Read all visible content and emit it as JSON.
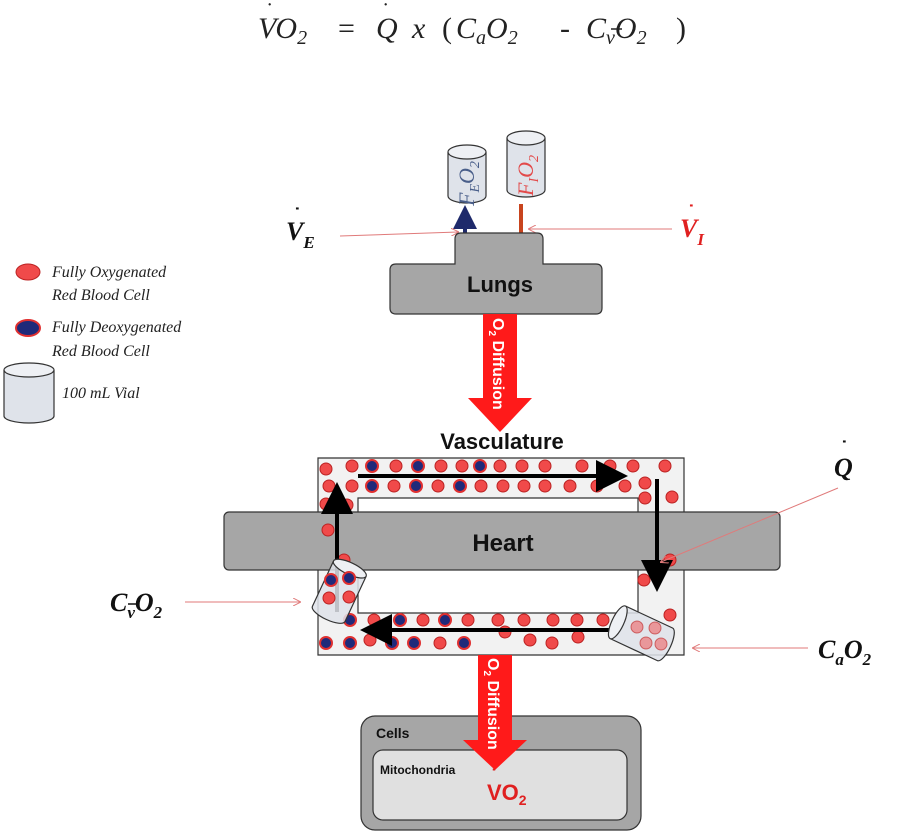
{
  "equation": {
    "vo2": "VO",
    "vo2_sub": "2",
    "equals": "=",
    "q": "Q",
    "times": "x",
    "open_paren": "(",
    "ca": "C",
    "ca_sub": "a",
    "o2_a": "O",
    "o2_a_sub": "2",
    "minus": "-",
    "cv": "C",
    "cv_sub": "v",
    "o2_v": "O",
    "o2_v_sub": "2",
    "close_paren": ")"
  },
  "legend": {
    "oxygenated_line1": "Fully Oxygenated",
    "oxygenated_line2": "Red Blood Cell",
    "deoxygenated_line1": "Fully Deoxygenated",
    "deoxygenated_line2": "Red Blood Cell",
    "vial": "100 mL Vial"
  },
  "vials_top": {
    "fe_main": "F",
    "fe_sub": "E",
    "fe_o": "O",
    "fe_o_sub": "2",
    "fi_main": "F",
    "fi_sub": "I",
    "fi_o": "O",
    "fi_o_sub": "2"
  },
  "labels": {
    "ve_main": "V",
    "ve_sub": "E",
    "vi_main": "V",
    "vi_sub": "I",
    "lungs": "Lungs",
    "diffusion_o": "O",
    "diffusion_sub": "2",
    "diffusion_text": "Diffusion",
    "vasculature": "Vasculature",
    "heart": "Heart",
    "q": "Q",
    "cv_main": "C",
    "cv_sub": "v",
    "cv_o": "O",
    "cv_o_sub": "2",
    "ca_main": "C",
    "ca_sub": "a",
    "ca_o": "O",
    "ca_o_sub": "2",
    "cells": "Cells",
    "mitochondria": "Mitochondria",
    "vo2_main": "VO",
    "vo2_sub": "2"
  },
  "colors": {
    "oxygenated": "#f04a4a",
    "deoxygenated": "#1f2a7a",
    "arrow_red": "#ff1a1a",
    "inspired_arrow": "#c8441e",
    "expired_arrow": "#1f2a6b",
    "organ_gray": "#a6a6a6",
    "vial_fill": "#dfe3ea"
  }
}
